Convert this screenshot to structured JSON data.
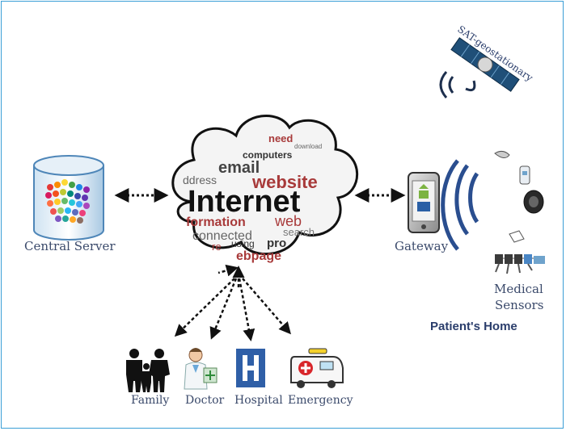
{
  "satellite_label": "SAT-geostationary",
  "central_server_label": "Central Server",
  "gateway_label": "Gateway",
  "medical_sensors_label_line1": "Medical",
  "medical_sensors_label_line2": "Sensors",
  "patients_home_label": "Patient's Home",
  "cloud_words": {
    "main": "Internet",
    "website": "website",
    "email": "email",
    "information": "formation",
    "web": "web",
    "connected": "connected",
    "search": "search",
    "address": "ddress",
    "computers": "computers",
    "using": "using",
    "pro": "pro",
    "webpage": "ebpage",
    "need": "need",
    "download": "download",
    "re": "re"
  },
  "recipients": [
    {
      "label": "Family",
      "icon": "family-icon"
    },
    {
      "label": "Doctor",
      "icon": "doctor-icon"
    },
    {
      "label": "Hospital",
      "icon": "hospital-icon"
    },
    {
      "label": "Emergency",
      "icon": "ambulance-icon"
    }
  ],
  "colors": {
    "frame": "#3a9ed6",
    "label_text": "#3b4a6b",
    "hospital_blue": "#2f5fa7",
    "ambulance_red": "#d8262b"
  }
}
